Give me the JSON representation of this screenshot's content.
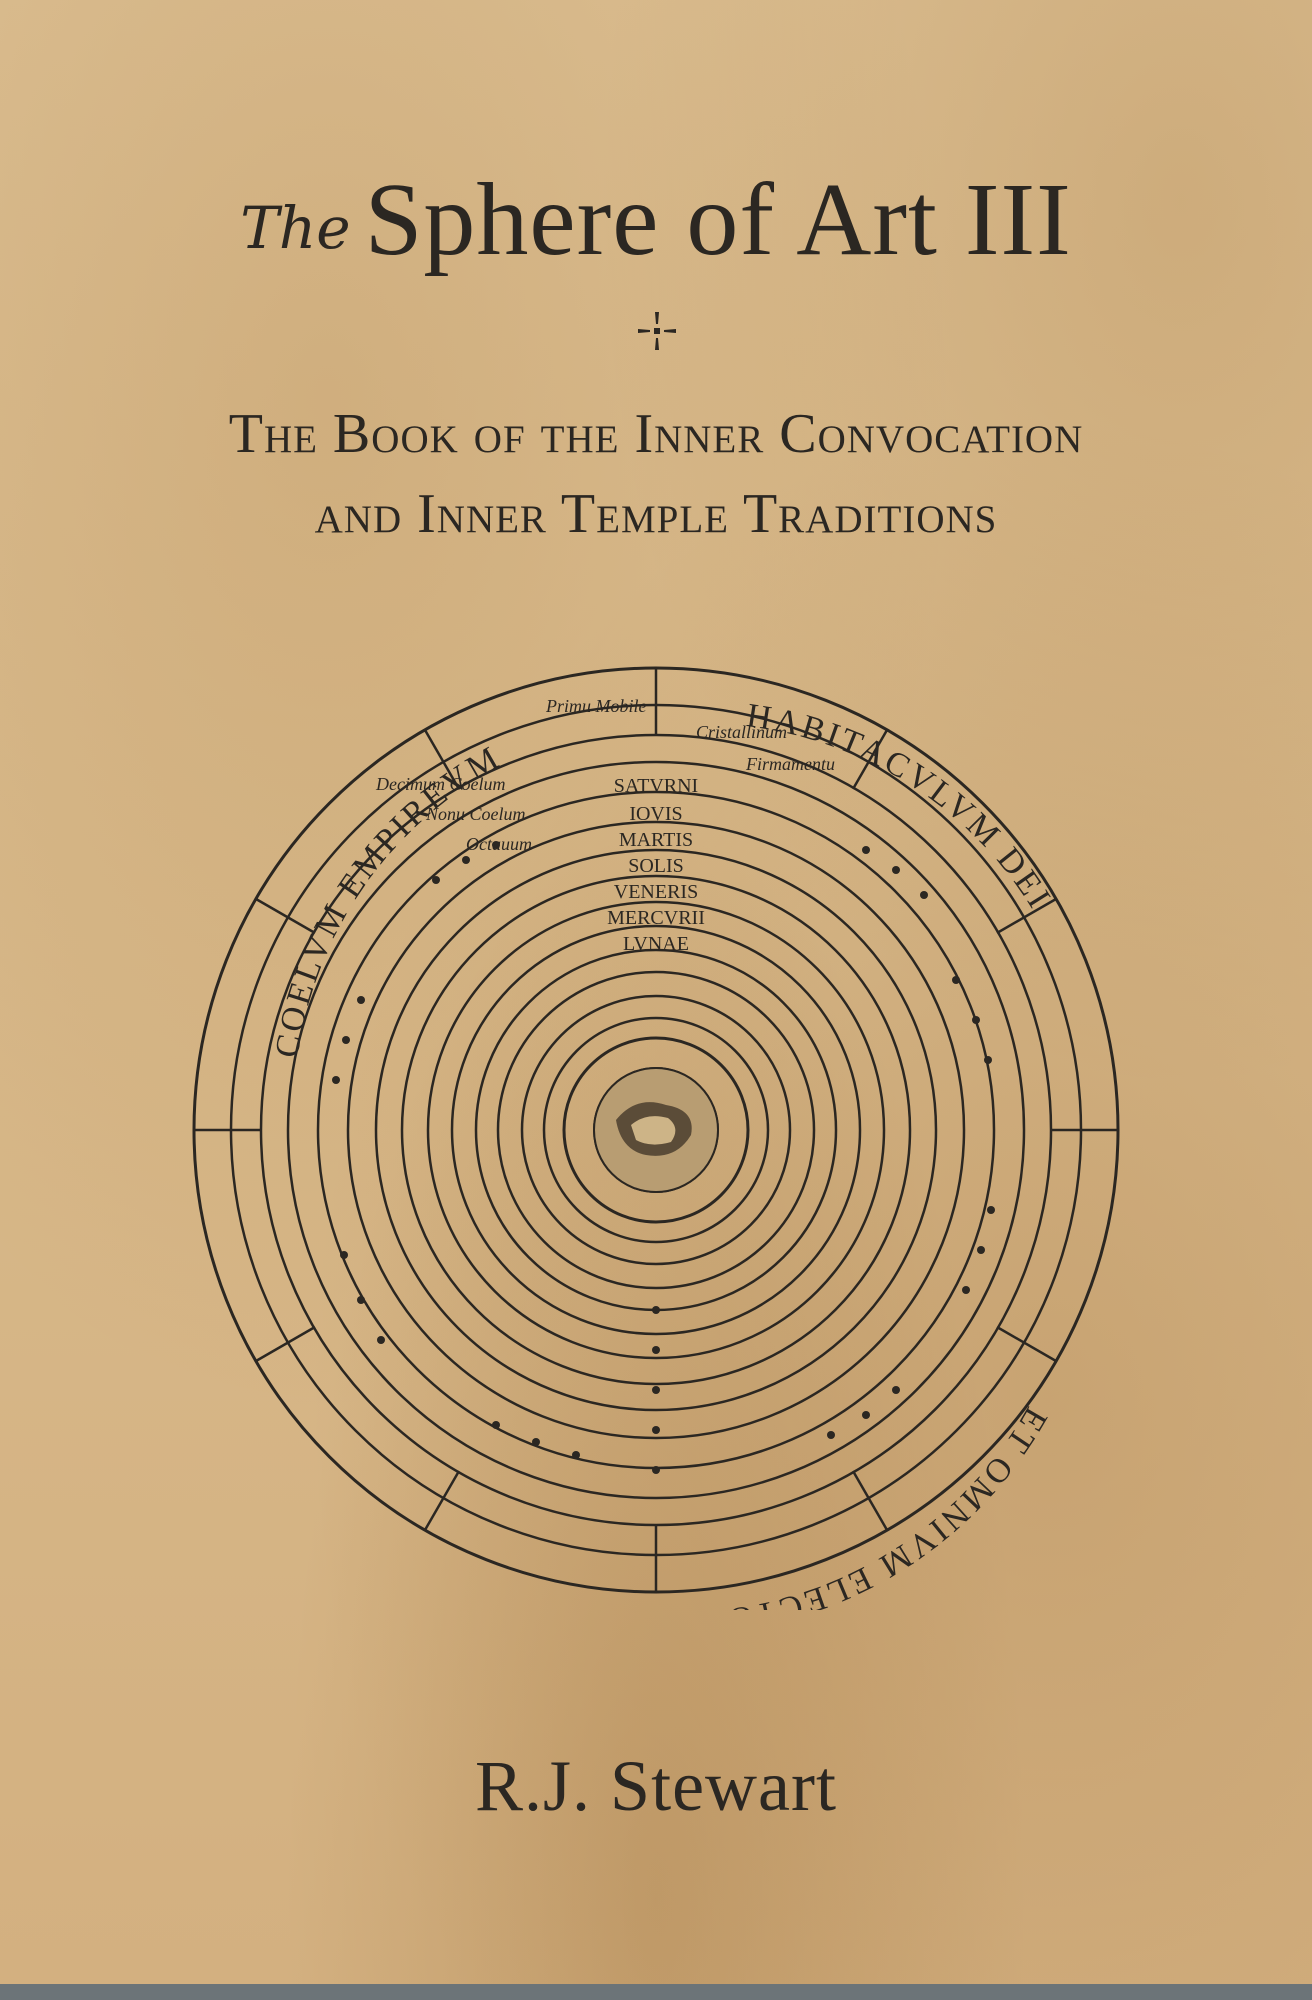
{
  "cover": {
    "title_prefix": "The",
    "title_main": "Sphere of Art III",
    "subtitle_line1": "The Book of the Inner Convocation",
    "subtitle_line2": "and Inner Temple Traditions",
    "author": "R.J. Stewart",
    "divider_icon": "cross-ornament-icon",
    "colors": {
      "paper": "#d8b98a",
      "ink": "#2b2722"
    }
  },
  "diagram": {
    "outer_words": [
      "EMPIREVM",
      "HABITACVLVM",
      "DEI",
      "ET",
      "OMNIVM",
      "ELECTORVM",
      "COELVM"
    ],
    "sphere_labels": [
      "Decimum Coelum",
      "Primu Mobile",
      "Nonu Coelum",
      "Cristallinum",
      "Octauum",
      "Firmamentu",
      "SATVRNI",
      "IOVIS",
      "MARTIS",
      "SOLIS",
      "VENERIS",
      "MERCVRII",
      "LVNAE"
    ]
  }
}
